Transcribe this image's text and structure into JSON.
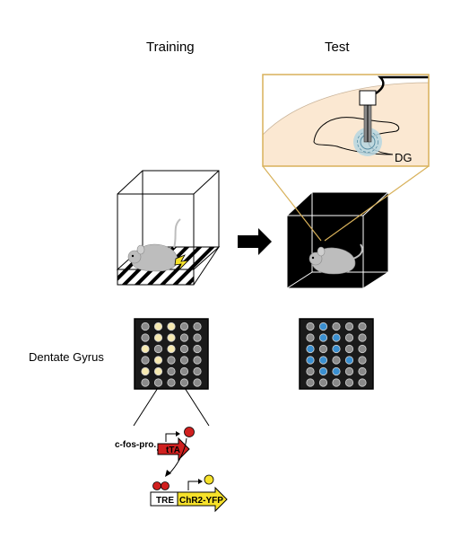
{
  "labels": {
    "training": "Training",
    "test": "Test",
    "dentate_gyrus": "Dentate Gyrus",
    "dg": "DG",
    "cfos_promoter": "c-fos-pro.",
    "tta": "tTA",
    "tre": "TRE",
    "chr2_yfp": "ChR2-YFP"
  },
  "colors": {
    "yellow_cell": "#f6e9b0",
    "blue_cell": "#3a8fd0",
    "grey_cell": "#8a8a8a",
    "brain_fill": "#fbe8d2",
    "frame_gold": "#d8b15a",
    "tta_red": "#d0201f",
    "chr2_yellow": "#f7e22a"
  },
  "grids": {
    "training_active": [
      [
        0,
        1,
        1,
        0,
        0
      ],
      [
        0,
        1,
        1,
        0,
        0
      ],
      [
        1,
        0,
        1,
        0,
        0
      ],
      [
        0,
        1,
        0,
        0,
        0
      ],
      [
        1,
        1,
        0,
        0,
        0
      ],
      [
        0,
        0,
        0,
        0,
        0
      ]
    ],
    "test_active": [
      [
        0,
        1,
        0,
        0,
        0
      ],
      [
        0,
        1,
        1,
        0,
        0
      ],
      [
        1,
        0,
        1,
        0,
        0
      ],
      [
        1,
        1,
        0,
        1,
        0
      ],
      [
        0,
        1,
        1,
        0,
        0
      ],
      [
        0,
        0,
        0,
        0,
        0
      ]
    ]
  }
}
